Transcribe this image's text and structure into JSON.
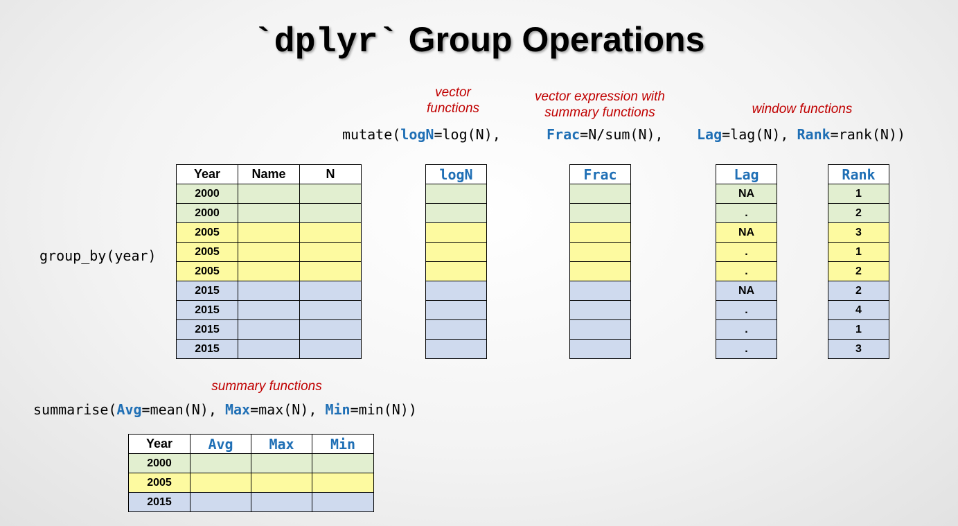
{
  "title": {
    "mono": "`dplyr`",
    "rest": "Group Operations"
  },
  "notes": {
    "vector_functions": "vector functions",
    "vector_expression": "vector expression with summary functions",
    "window_functions": "window functions",
    "summary_functions": "summary functions"
  },
  "code": {
    "mutate_open": "mutate(",
    "logN_name": "logN",
    "logN_expr": "=log(N),",
    "frac_name": "Frac",
    "frac_expr": "=N/sum(N),",
    "lag_name": "Lag",
    "lag_expr": "=lag(N),",
    "rank_name": "Rank",
    "rank_expr": "=rank(N))",
    "group_by": "group_by(year)",
    "summarise_open": "summarise(",
    "avg_name": "Avg",
    "avg_expr": "=mean(N),",
    "max_name": "Max",
    "max_expr": "=max(N),",
    "min_name": "Min",
    "min_expr": "=min(N))"
  },
  "main_table": {
    "headers": [
      "Year",
      "Name",
      "N"
    ],
    "years": [
      "2000",
      "2000",
      "2005",
      "2005",
      "2005",
      "2015",
      "2015",
      "2015",
      "2015"
    ],
    "row_groups": [
      "g",
      "g",
      "y",
      "y",
      "y",
      "b",
      "b",
      "b",
      "b"
    ]
  },
  "logN_table": {
    "header": "logN"
  },
  "frac_table": {
    "header": "Frac"
  },
  "lag_table": {
    "header": "Lag",
    "values": [
      "NA",
      ".",
      "NA",
      ".",
      ".",
      "NA",
      ".",
      ".",
      "."
    ]
  },
  "rank_table": {
    "header": "Rank",
    "values": [
      "1",
      "2",
      "3",
      "1",
      "2",
      "2",
      "4",
      "1",
      "3"
    ]
  },
  "summary_table": {
    "headers": [
      "Year",
      "Avg",
      "Max",
      "Min"
    ],
    "years": [
      "2000",
      "2005",
      "2015"
    ],
    "row_groups": [
      "g",
      "y",
      "b"
    ]
  },
  "colors": {
    "group_2000": "#e2efd0",
    "group_2005": "#fdfaa0",
    "group_2015": "#cfdaee",
    "note_red": "#c00000",
    "keyword_blue": "#1f6fb5"
  }
}
